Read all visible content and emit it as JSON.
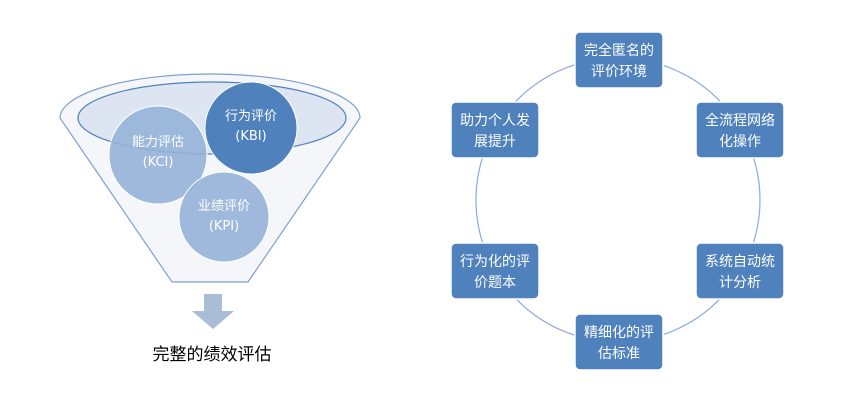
{
  "funnel": {
    "circles": [
      {
        "id": "kci",
        "line1": "能力评估",
        "line2": "(KCI)"
      },
      {
        "id": "kbi",
        "line1": "行为评价",
        "line2": "(KBI)"
      },
      {
        "id": "kpi",
        "line1": "业绩评价",
        "line2": "(KPI)"
      }
    ],
    "result_label": "完整的绩效评估"
  },
  "cycle": {
    "nodes": [
      {
        "id": "anonymous",
        "line1": "完全匿名的",
        "line2": "评价环境"
      },
      {
        "id": "online",
        "line1": "全流程网络",
        "line2": "化操作"
      },
      {
        "id": "auto-stats",
        "line1": "系统自动统",
        "line2": "计分析"
      },
      {
        "id": "fine-grained",
        "line1": "精细化的评",
        "line2": "估标准"
      },
      {
        "id": "behavioral",
        "line1": "行为化的评",
        "line2": "价题本"
      },
      {
        "id": "development",
        "line1": "助力个人发",
        "line2": "展提升"
      }
    ]
  },
  "colors": {
    "node_fill": "#4f81bd",
    "node_stroke": "#ffffff",
    "cycle_line": "#8eaadb",
    "funnel_fill": "#f4f6fa",
    "funnel_stroke": "#7f9fcf",
    "ellipse_fill": "#dde5f2",
    "circle_dark": "#4f81bd",
    "circle_light": "#95b3d7",
    "arrow_fill": "#a9bcd8"
  }
}
